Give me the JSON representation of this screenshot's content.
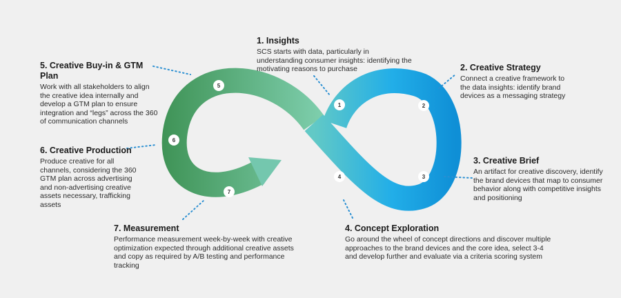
{
  "steps": [
    {
      "num": "1",
      "title": "1. Insights",
      "body": "SCS starts with data, particularly in understanding consumer insights: identifying the motivating reasons to purchase"
    },
    {
      "num": "2",
      "title": "2. Creative Strategy",
      "body": "Connect a creative framework to the data insights: identify brand devices as a messaging strategy"
    },
    {
      "num": "3",
      "title": "3. Creative Brief",
      "body": "An artifact for creative discovery, identify the brand devices that map to consumer behavior along with competitive insights and positioning"
    },
    {
      "num": "4",
      "title": "4. Concept Exploration",
      "body": "Go around the wheel of concept directions and discover multiple approaches to the brand devices and the core idea, select 3-4 and develop further and evaluate via a criteria scoring system"
    },
    {
      "num": "5",
      "title": "5. Creative Buy-in & GTM Plan",
      "body": "Work with all stakeholders to align the creative idea internally and develop a GTM plan to ensure integration and “legs” across the 360 of communication channels"
    },
    {
      "num": "6",
      "title": "6. Creative Production",
      "body": "Produce creative for all channels, considering the 360 GTM plan across advertising and non-advertising creative assets necessary, trafficking assets"
    },
    {
      "num": "7",
      "title": "7. Measurement",
      "body": "Performance measurement week-by-week with creative optimization expected through additional creative assets and copy as required by A/B testing and performance tracking"
    }
  ],
  "colors": {
    "green_dark": "#3f9356",
    "green_light": "#7fcfae",
    "teal": "#5cc6cf",
    "blue": "#1aa7ea",
    "blue_dark": "#0f8fd6",
    "dots": "#2a8fd2"
  }
}
